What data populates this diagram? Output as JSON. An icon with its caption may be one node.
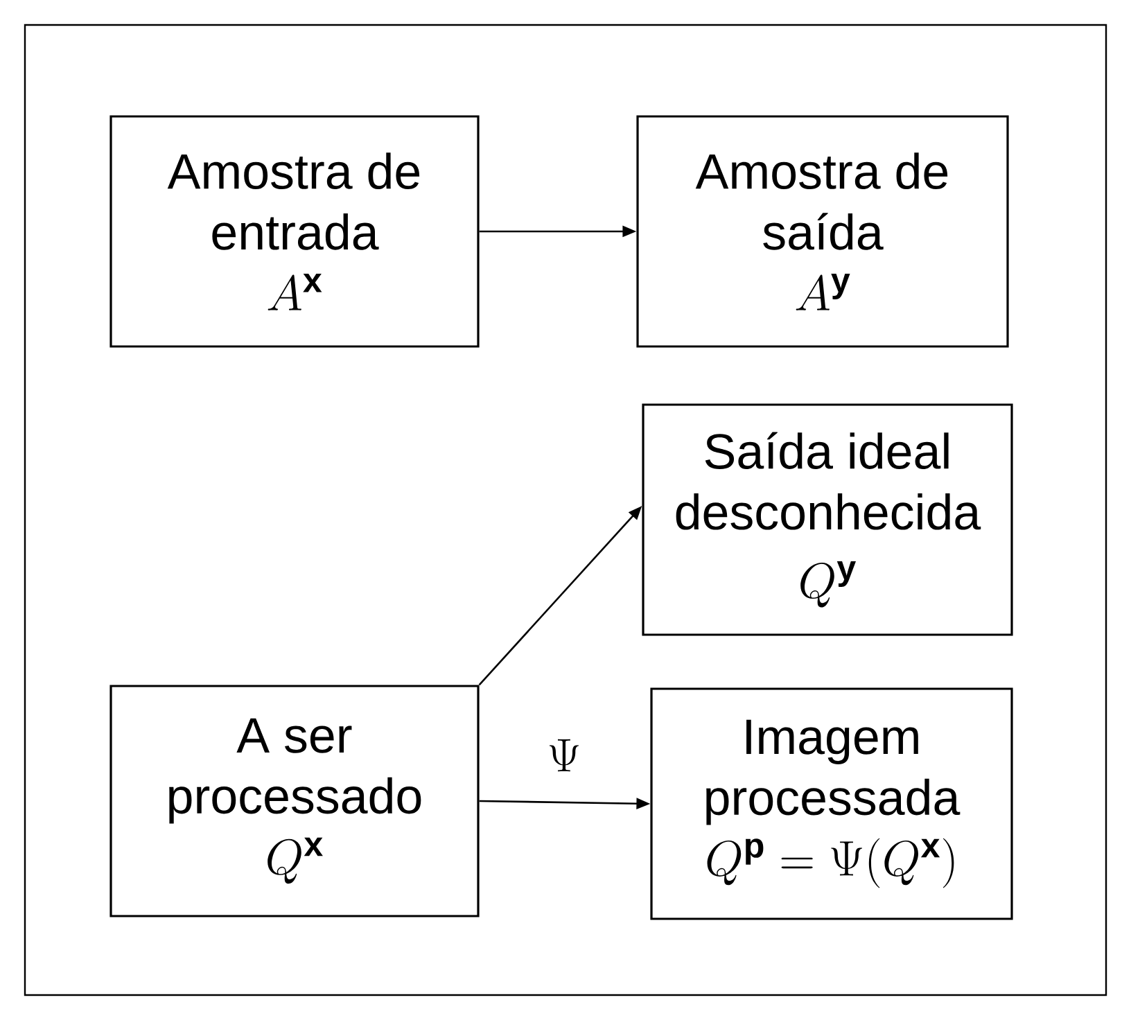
{
  "diagram": {
    "nodes": [
      {
        "text": [
          "Amostra de entrada",
          "A^{\\mathbf{x}}"
        ]
      },
      {
        "text": [
          "Amostra de saída",
          "A^{\\mathbf{y}}"
        ]
      },
      {
        "text": [
          "Saída ideal desconhecida",
          "Q^{\\mathbf{y}}"
        ]
      },
      {
        "text": [
          "A ser processado",
          "Q^{\\mathbf{x}}"
        ]
      },
      {
        "text": [
          "Imagem processada",
          "Q^{\\mathbf{p}} = \\Psi(Q^{\\mathbf{x}})"
        ]
      }
    ],
    "edges": [
      {
        "from": 0,
        "to": 1,
        "arrow": "to"
      },
      {
        "from": 3,
        "to": 2,
        "arrow": "to"
      },
      {
        "from": 3,
        "to": 4,
        "arrow": "to",
        "label": "\\Psi"
      }
    ]
  }
}
